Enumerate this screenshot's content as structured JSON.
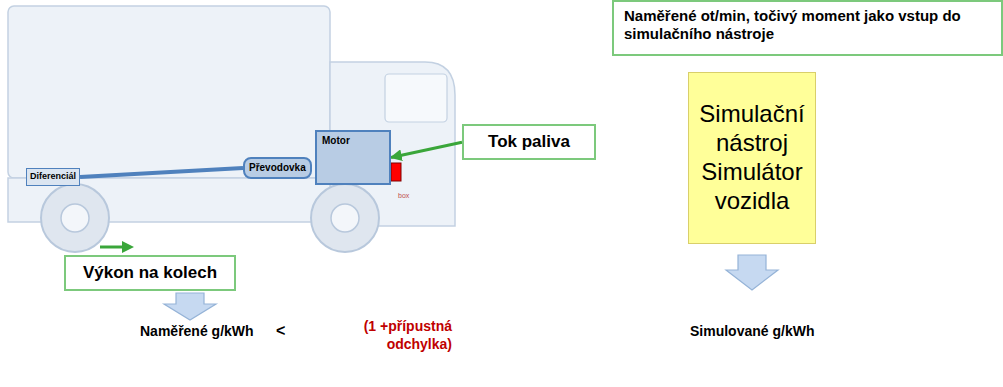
{
  "diagram": {
    "nodes": [
      {
        "text": [
          "Motor"
        ]
      },
      {
        "text": [
          "Převodovka"
        ]
      },
      {
        "text": [
          "Tok paliva"
        ]
      },
      {
        "text": [
          "Naměřené ot/min, točivý moment jako vstup do simulačního nástroje"
        ]
      },
      {
        "text": [
          "Simulační nástroj",
          "Simulátor vozidla"
        ]
      },
      {
        "text": [
          "Diferenciál"
        ]
      },
      {
        "text": [
          "Výkon na kolech"
        ]
      }
    ],
    "edges": [
      {
        "from": 5,
        "to": 1,
        "arrow": "none"
      },
      {
        "from": 2,
        "to": 0,
        "arrow": "to"
      }
    ],
    "labels": [
      "box",
      "Naměřené g/kWh",
      "<",
      "(1 +přípustná odchylka)",
      "Simulované g/kWh"
    ]
  }
}
